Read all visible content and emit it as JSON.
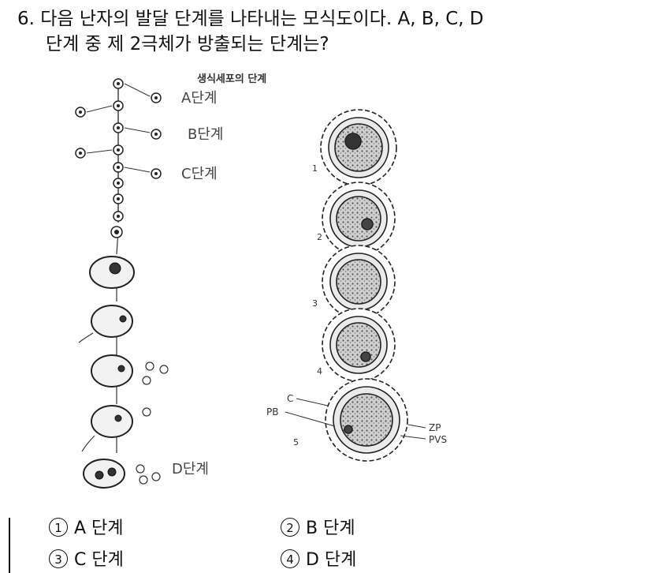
{
  "question": {
    "line1": "6. 다음 난자의 발달 단계를 나타내는 모식도이다. A, B, C, D",
    "line2": "단계 중 제 2극체가 방출되는 단계는?"
  },
  "figure": {
    "title": "생식세포의 단계",
    "stage_labels": [
      "A단계",
      "B단계",
      "C단계",
      "D단계"
    ],
    "right_numbers": [
      "1",
      "2",
      "3",
      "4",
      "5"
    ],
    "right_labels": [
      "C",
      "PB",
      "ZP",
      "PVS"
    ]
  },
  "choices": [
    {
      "num": "1",
      "text": "A 단계"
    },
    {
      "num": "2",
      "text": "B 단계"
    },
    {
      "num": "3",
      "text": "C 단계"
    },
    {
      "num": "4",
      "text": "D 단계"
    }
  ]
}
